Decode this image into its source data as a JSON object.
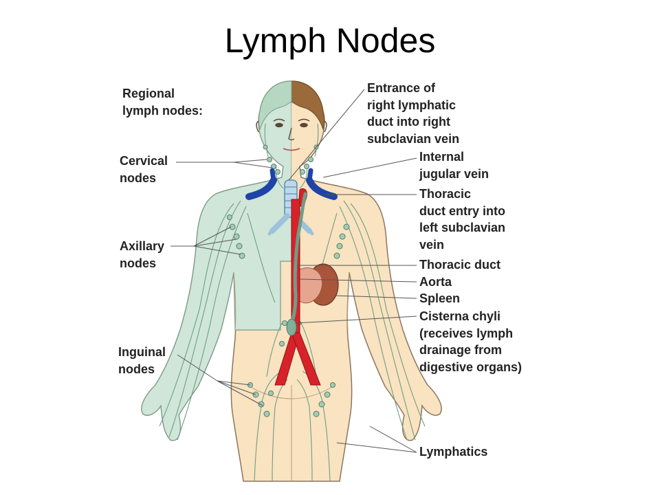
{
  "title": "Lymph Nodes",
  "diagram": {
    "heading": "Regional\nlymph nodes:",
    "left_labels": {
      "cervical": "Cervical\nnodes",
      "axillary": "Axillary\nnodes",
      "inguinal": "Inguinal\nnodes"
    },
    "right_labels": {
      "right_lymphatic_duct": "Entrance of\nright lymphatic\nduct into right\nsubclavian vein",
      "internal_jugular": "Internal\njugular vein",
      "thoracic_duct_entry": "Thoracic\nduct entry into\nleft subclavian\nvein",
      "thoracic_duct": "Thoracic duct",
      "aorta": "Aorta",
      "spleen": "Spleen",
      "cisterna_chyli": "Cisterna chyli\n(receives lymph\ndrainage from\ndigestive organs)",
      "lymphatics": "Lymphatics"
    },
    "colors": {
      "skin": "#f9e3c0",
      "drained_right": "#cfe6d8",
      "hair": "#9a6a3a",
      "vein": "#2043a8",
      "artery": "#d8222a",
      "spleen": "#a9553a",
      "lymph": "#6f9d86"
    }
  }
}
